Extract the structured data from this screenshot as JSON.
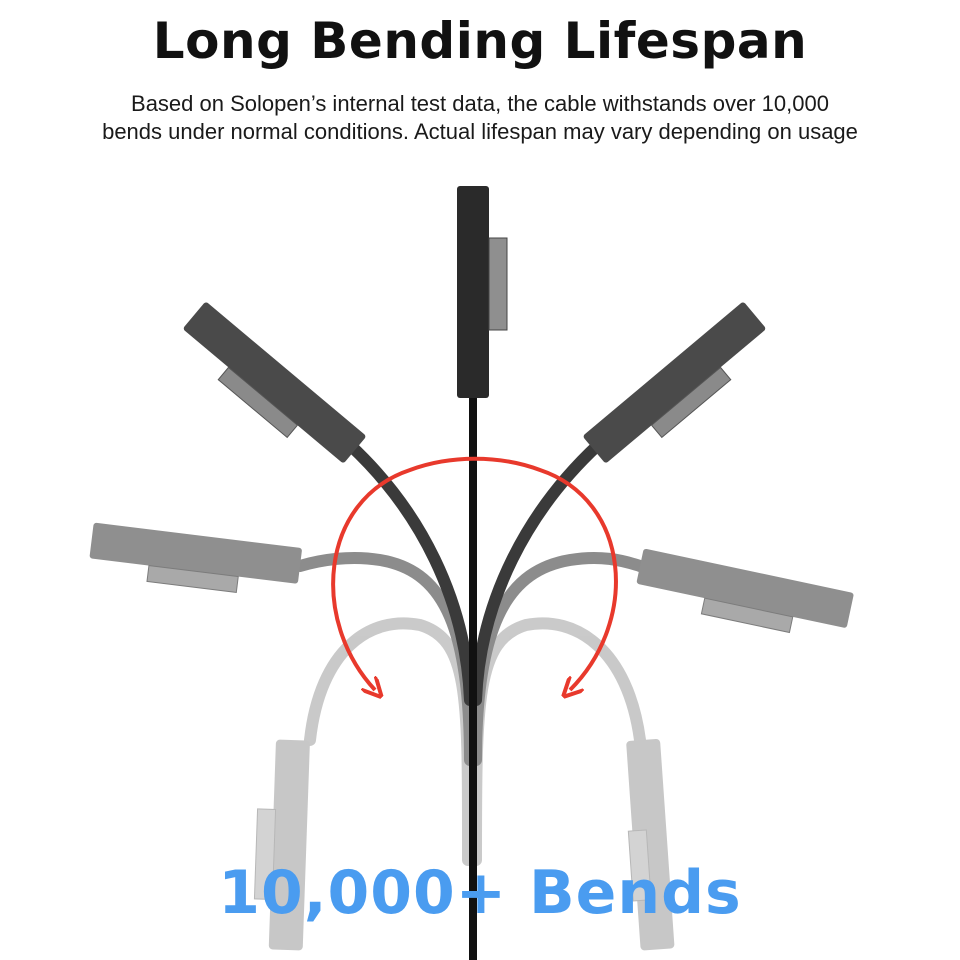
{
  "headline": "Long Bending Lifespan",
  "subtext": {
    "line1": "Based on Solopen’s internal test data, the cable withstands over 10,000",
    "line2": "bends under normal conditions. Actual lifespan may vary depending on usage"
  },
  "badge": "10,000+ Bends",
  "colors": {
    "headline": "#111111",
    "badge": "#4a9cf0",
    "arrow": "#e8392c",
    "cable_dark": "#2b2b2b",
    "cable_mid": "#8a8a8a",
    "cable_light": "#bdbdbd"
  },
  "icons": [
    "surface-connector-icon",
    "bend-arrow-icon"
  ]
}
